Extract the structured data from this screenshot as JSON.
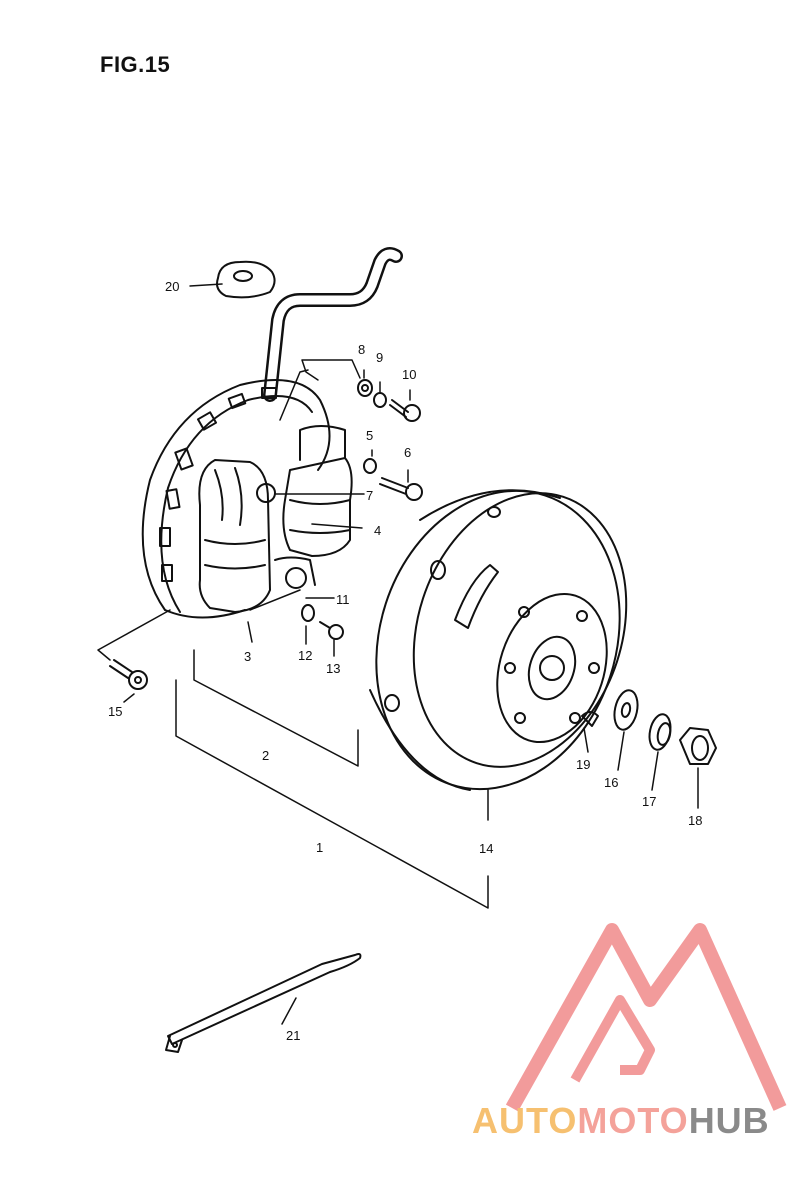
{
  "figure": {
    "title": "FIG.15"
  },
  "callouts": [
    {
      "id": "20",
      "label": "20"
    },
    {
      "id": "8",
      "label": "8"
    },
    {
      "id": "9",
      "label": "9"
    },
    {
      "id": "10",
      "label": "10"
    },
    {
      "id": "5",
      "label": "5"
    },
    {
      "id": "6",
      "label": "6"
    },
    {
      "id": "7",
      "label": "7"
    },
    {
      "id": "4",
      "label": "4"
    },
    {
      "id": "11",
      "label": "11"
    },
    {
      "id": "3",
      "label": "3"
    },
    {
      "id": "12",
      "label": "12"
    },
    {
      "id": "13",
      "label": "13"
    },
    {
      "id": "15",
      "label": "15"
    },
    {
      "id": "2",
      "label": "2"
    },
    {
      "id": "1",
      "label": "1"
    },
    {
      "id": "14",
      "label": "14"
    },
    {
      "id": "19",
      "label": "19"
    },
    {
      "id": "16",
      "label": "16"
    },
    {
      "id": "17",
      "label": "17"
    },
    {
      "id": "18",
      "label": "18"
    },
    {
      "id": "21",
      "label": "21"
    }
  ],
  "watermark": {
    "part1": "AUTO",
    "part2": "MOTO",
    "part3": "HUB",
    "colors": {
      "logo": "#f08a8a",
      "part1": "#f6c070",
      "part2": "#f4a29a",
      "part3": "#8a8a8a"
    }
  },
  "colors": {
    "ink": "#111111",
    "background": "#ffffff"
  }
}
